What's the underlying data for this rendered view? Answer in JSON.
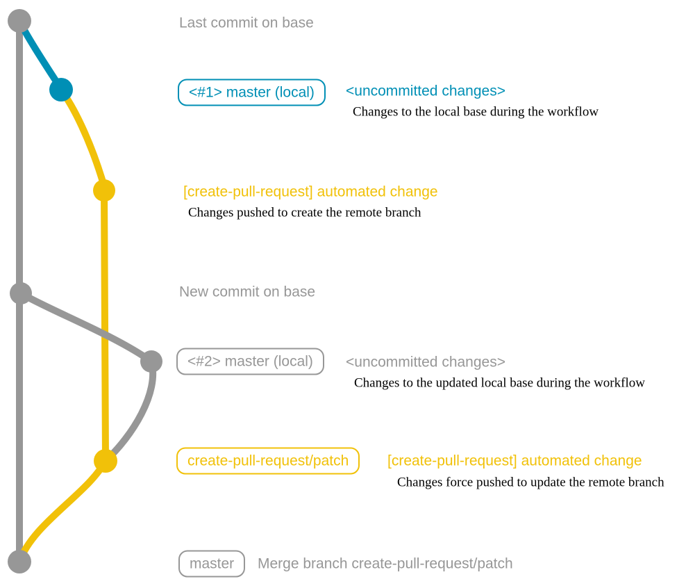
{
  "colors": {
    "gray": "#979797",
    "blue": "#008fb5",
    "yellow": "#f1c109",
    "note": "#000000"
  },
  "commits": [
    {
      "id": "last-commit-on-base",
      "branch": "base",
      "message": "Last commit on base"
    },
    {
      "id": "local-master-1",
      "branch": "master-local",
      "label": "<#1> master (local)",
      "message": "<uncommitted changes>",
      "note": "Changes to the local base during the workflow"
    },
    {
      "id": "patch-commit-1",
      "branch": "create-pull-request/patch",
      "message": "[create-pull-request] automated change",
      "note": "Changes pushed to create the remote branch"
    },
    {
      "id": "new-commit-on-base",
      "branch": "base",
      "message": "New commit on base"
    },
    {
      "id": "local-master-2",
      "branch": "master-local",
      "label": "<#2> master (local)",
      "message": "<uncommitted changes>",
      "note": "Changes to the updated local base during the workflow"
    },
    {
      "id": "patch-commit-2",
      "branch": "create-pull-request/patch",
      "label": "create-pull-request/patch",
      "message": "[create-pull-request] automated change",
      "note": "Changes force pushed to update the remote branch"
    },
    {
      "id": "merge-commit",
      "branch": "master",
      "label": "master",
      "message": "Merge branch create-pull-request/patch"
    }
  ]
}
